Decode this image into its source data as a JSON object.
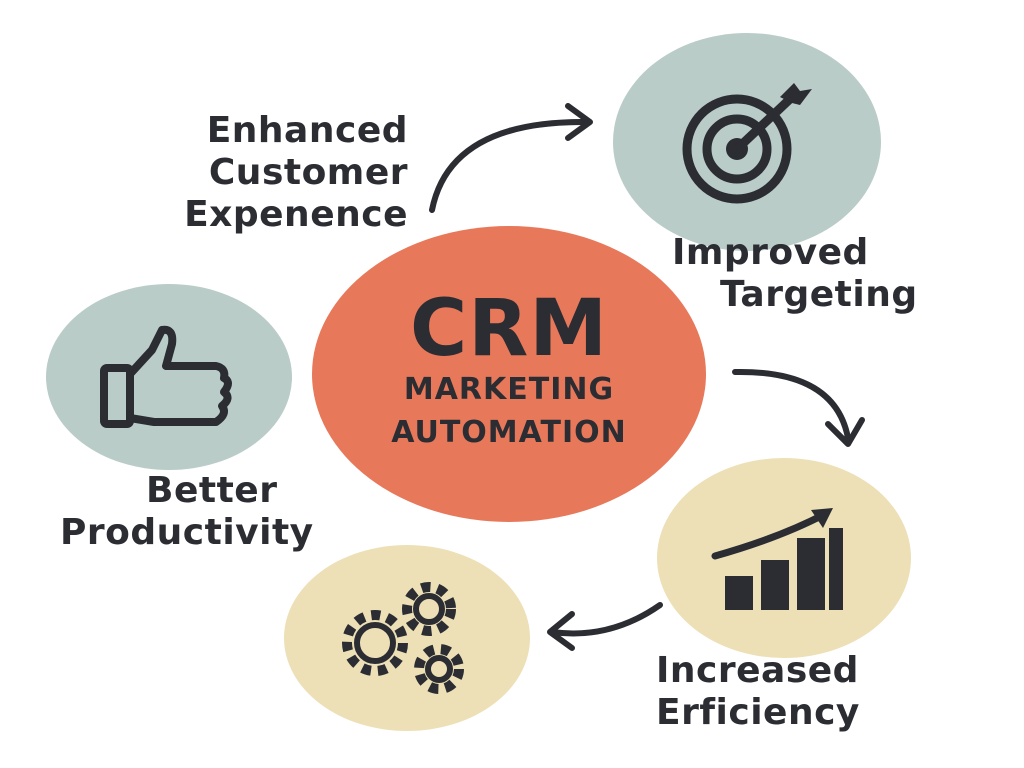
{
  "center": {
    "title": "CRM",
    "subtitle_line1": "MARKETING",
    "subtitle_line2": "AUTOMATION"
  },
  "benefits": [
    {
      "lines": [
        "Enhanced",
        "Customer",
        "Expenence"
      ],
      "icon": "none"
    },
    {
      "lines": [
        "Improved",
        "Targeting"
      ],
      "icon": "target-icon"
    },
    {
      "lines": [
        "Better",
        "Productivity"
      ],
      "icon": "thumbs-up-icon"
    },
    {
      "lines": [
        "Increased",
        "Erficiency"
      ],
      "icon": "growth-chart-icon"
    }
  ],
  "gears_icon": "gears-icon",
  "colors": {
    "center": "#e8785a",
    "sage": "#b9ccc8",
    "sand": "#ede0b6",
    "ink": "#2b2d33"
  }
}
